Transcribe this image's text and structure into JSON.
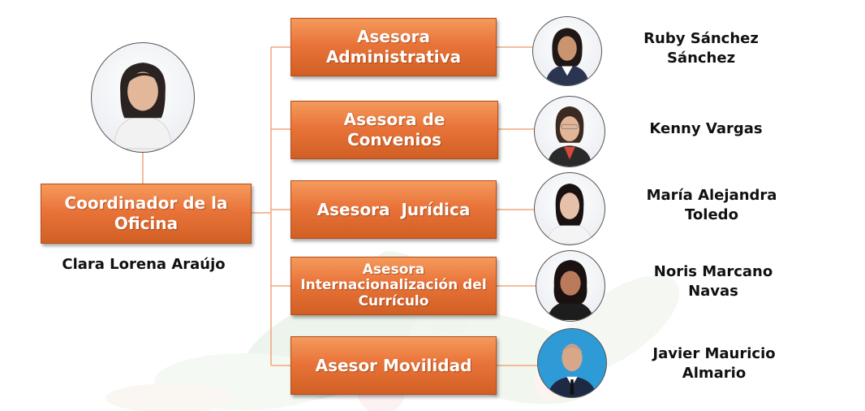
{
  "coordinator": {
    "title": "Coordinador de la Oficina",
    "name": "Clara Lorena Araújo"
  },
  "advisors": [
    {
      "role": "Asesora Administrativa",
      "name": "Ruby Sánchez Sánchez",
      "photo_bg": "#ffffff"
    },
    {
      "role": "Asesora de Convenios",
      "name": "Kenny Vargas",
      "photo_bg": "#ffffff"
    },
    {
      "role": "Asesora  Jurídica",
      "name": "María Alejandra Toledo",
      "photo_bg": "#ffffff"
    },
    {
      "role": "Asesora Internacionalización del Currículo",
      "name": "Noris Marcano Navas",
      "photo_bg": "#ffffff"
    },
    {
      "role": "Asesor Movilidad",
      "name": "Javier Mauricio Almario",
      "photo_bg": "#2f9bd6"
    }
  ],
  "colors": {
    "box": "#e9743a",
    "connector": "#f2a57a",
    "text": "#111111"
  }
}
